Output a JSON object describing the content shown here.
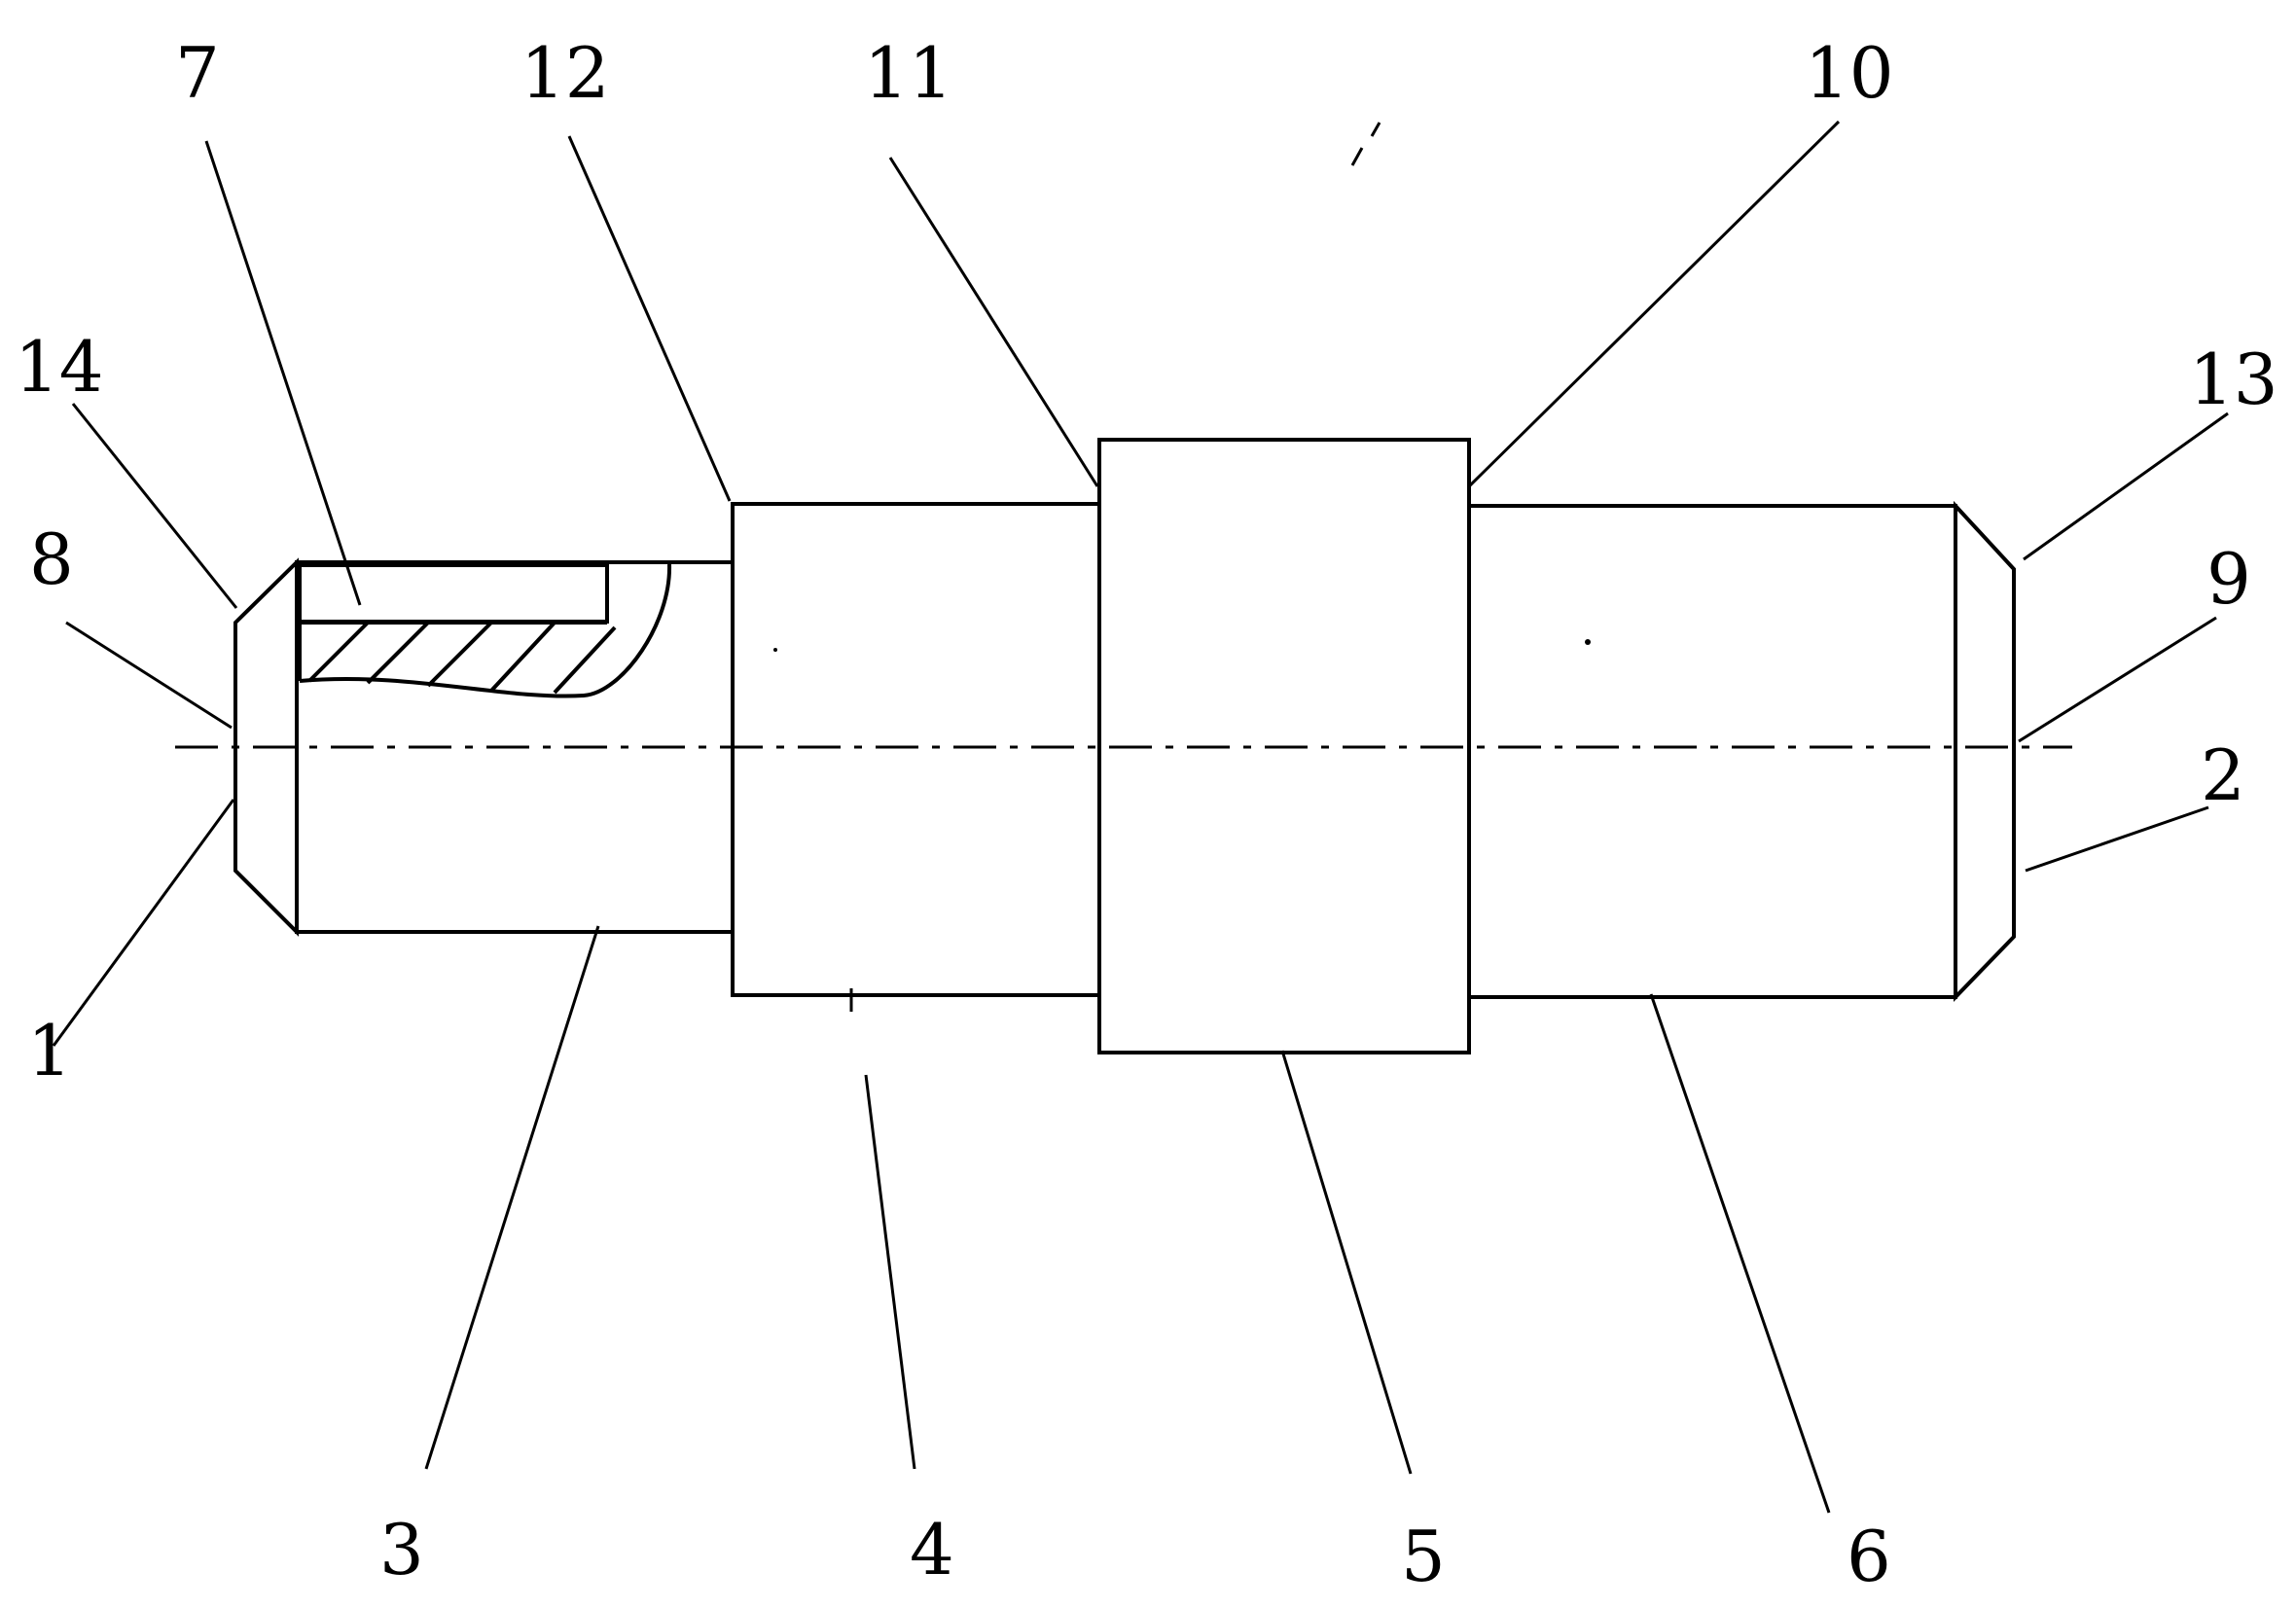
{
  "diagram": {
    "callouts": [
      {
        "id": "c1",
        "text": "1"
      },
      {
        "id": "c2",
        "text": "2"
      },
      {
        "id": "c3",
        "text": "3"
      },
      {
        "id": "c4",
        "text": "4"
      },
      {
        "id": "c5",
        "text": "5"
      },
      {
        "id": "c6",
        "text": "6"
      },
      {
        "id": "c7",
        "text": "7"
      },
      {
        "id": "c8",
        "text": "8"
      },
      {
        "id": "c9",
        "text": "9"
      },
      {
        "id": "c10",
        "text": "10"
      },
      {
        "id": "c11",
        "text": "11"
      },
      {
        "id": "c12",
        "text": "12"
      },
      {
        "id": "c13",
        "text": "13"
      },
      {
        "id": "c14",
        "text": "14"
      }
    ],
    "colors": {
      "ink": "#000000",
      "paper": "#ffffff"
    }
  }
}
